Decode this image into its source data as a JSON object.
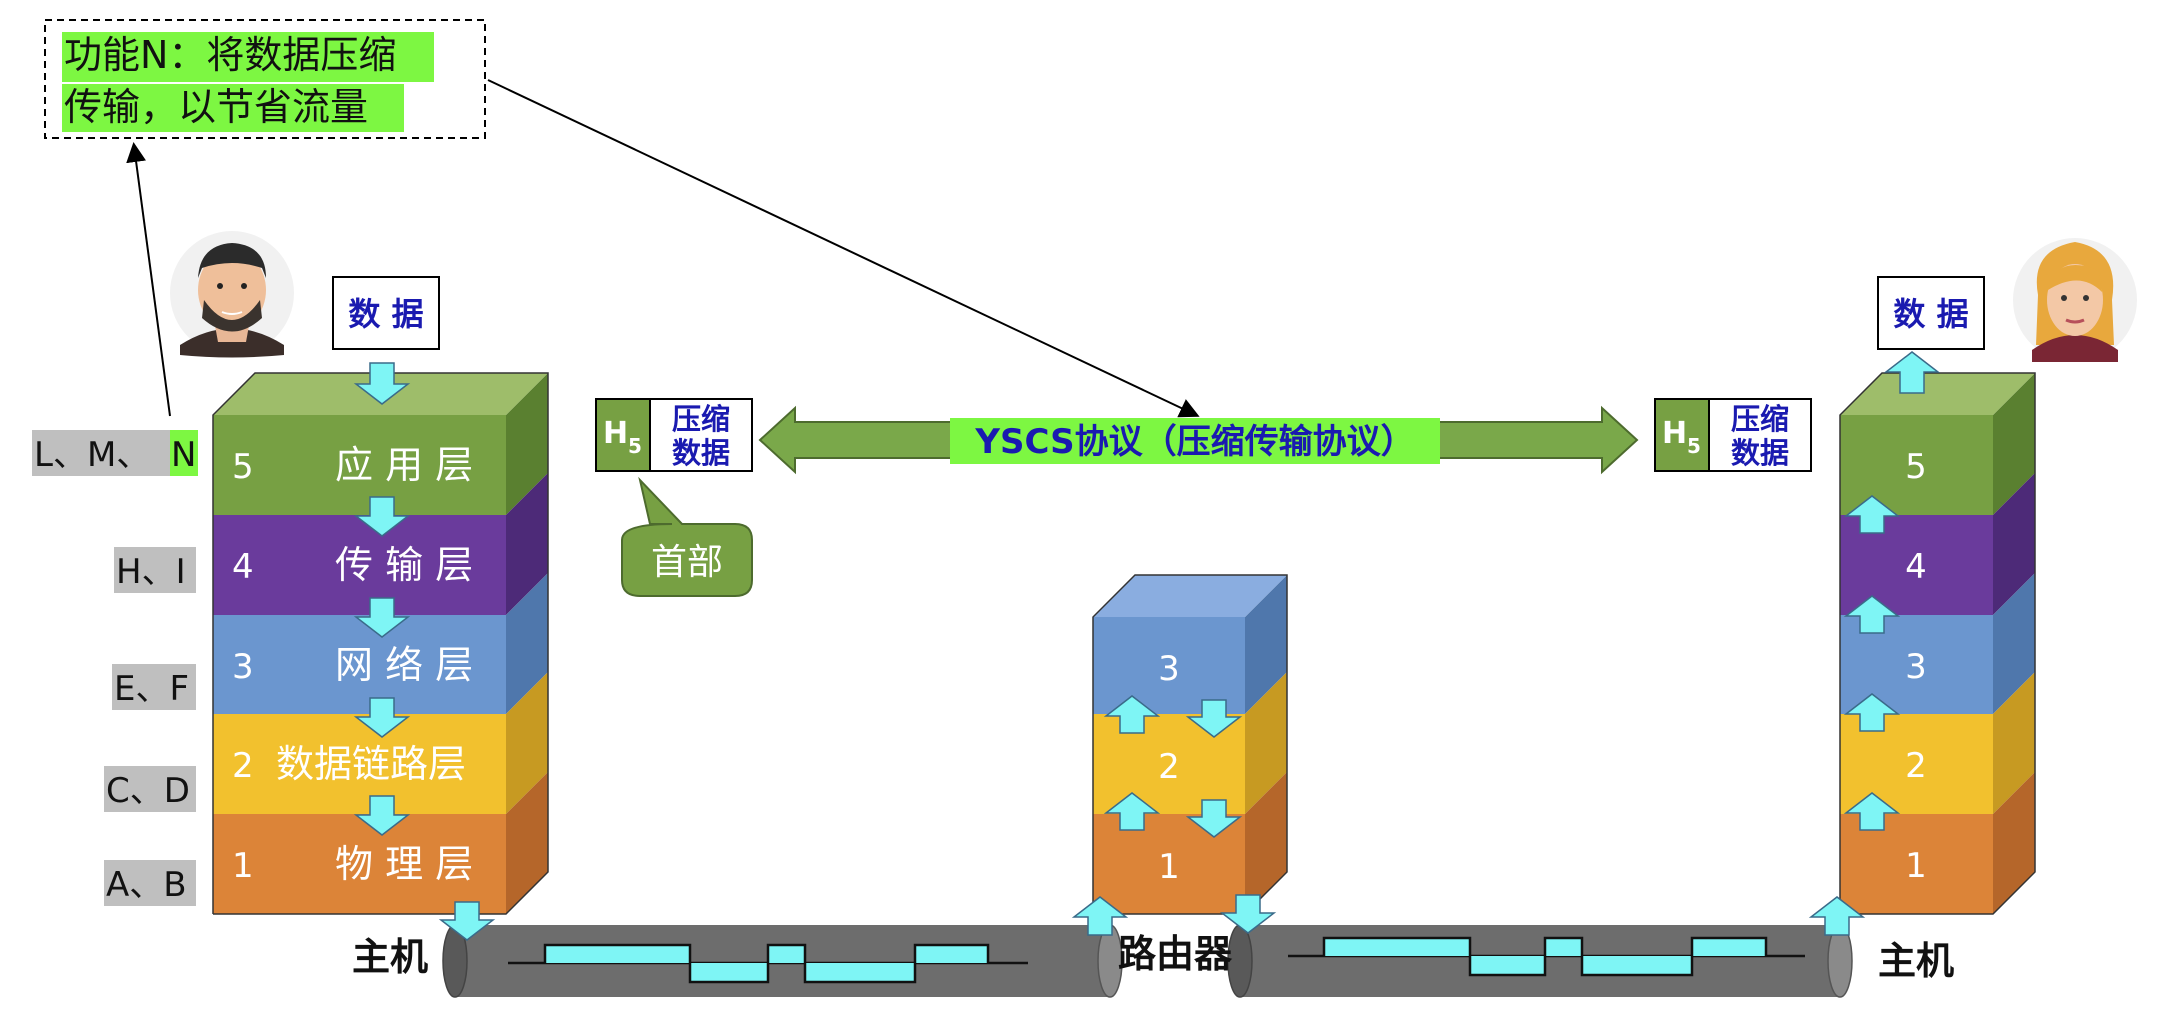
{
  "callout": {
    "line1": "功能N：将数据压缩",
    "line2": "传输，以节省流量"
  },
  "data_box_left": "数 据",
  "data_box_right": "数 据",
  "left_labels": [
    "L、M、",
    "N",
    "H、I",
    "E、F",
    "C、D",
    "A、B"
  ],
  "left_layers": [
    {
      "num": "5",
      "name": "应 用 层"
    },
    {
      "num": "4",
      "name": "传 输 层"
    },
    {
      "num": "3",
      "name": "网 络 层"
    },
    {
      "num": "2",
      "name": "数据链路层"
    },
    {
      "num": "1",
      "name": "物 理 层"
    }
  ],
  "router_layers": [
    "3",
    "2",
    "1"
  ],
  "right_layers": [
    "5",
    "4",
    "3",
    "2",
    "1"
  ],
  "protocol": {
    "label": "YSCS协议（压缩传输协议）",
    "header_h": "H",
    "header_sub": "5",
    "payload_line1": "压缩",
    "payload_line2": "数据",
    "header_bubble": "首部"
  },
  "labels": {
    "host_left": "主机",
    "router": "路由器",
    "host_right": "主机"
  },
  "colors": {
    "app_green": "#77a043",
    "transport_purple": "#6a3b9c",
    "network_blue": "#6b96cf",
    "datalink_yellow": "#f2c12e",
    "physical_orange": "#dc8438",
    "arrow_cyan": "#7ef5f5",
    "highlight_green": "#7df742",
    "protocol_arrow": "#7aa84a",
    "label_gray": "#bfbfbf",
    "text_blue": "#1a1ab0"
  }
}
